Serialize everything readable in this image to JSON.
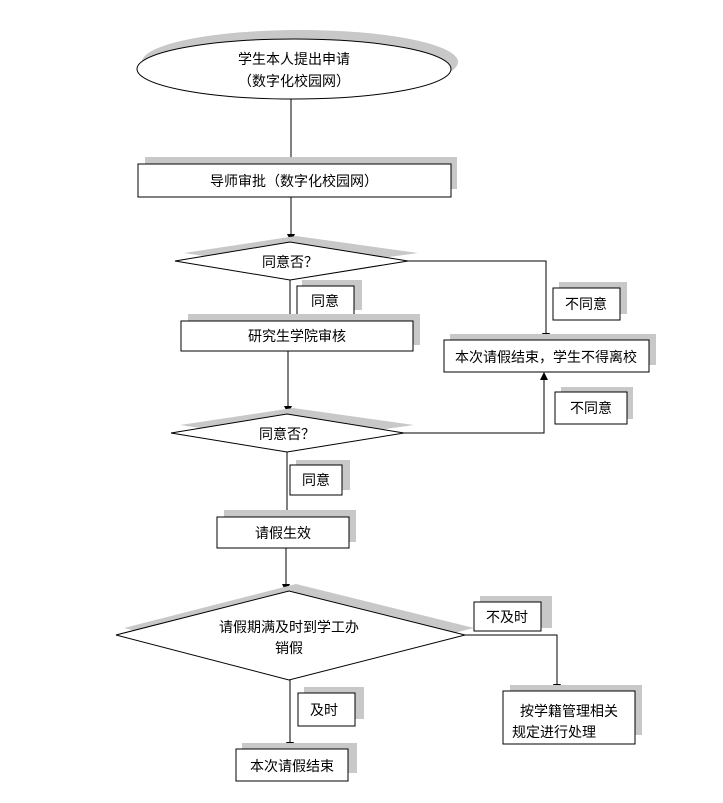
{
  "nodes": {
    "apply_line1": "学生本人提出申请",
    "apply_line2": "（数字化校园网）",
    "advisor": "导师审批（数字化校园网）",
    "decision1": "同意否？",
    "grad_review": "研究生学院审核",
    "decision2": "同意否？",
    "effective": "请假生效",
    "decision3_line1": "请假期满及时到学工办",
    "decision3_line2": "销假",
    "end_denied": "本次请假结束，学生不得离校",
    "handle_line1": "按学籍管理相关",
    "handle_line2": "规定进行处理",
    "end_ok": "本次请假结束"
  },
  "labels": {
    "agree1": "同意",
    "agree2": "同意",
    "disagree1": "不同意",
    "disagree2": "不同意",
    "late": "不及时",
    "ontime": "及时"
  }
}
